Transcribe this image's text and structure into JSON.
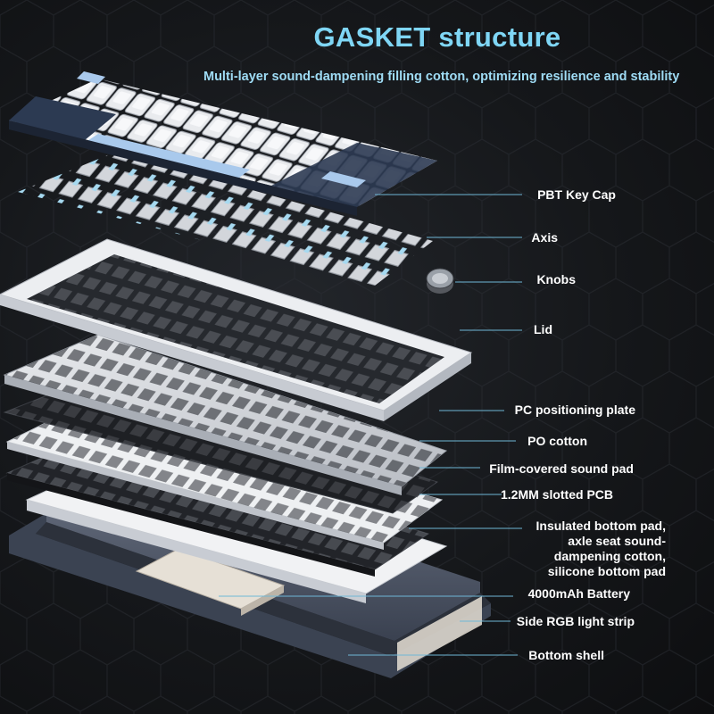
{
  "header": {
    "title": "GASKET structure",
    "subtitle": "Multi-layer sound-dampening filling cotton, optimizing resilience and stability"
  },
  "layers": {
    "keycap": "PBT Key Cap",
    "axis": "Axis",
    "knobs": "Knobs",
    "lid": "Lid",
    "pc_plate": "PC positioning plate",
    "po_cotton": "PO cotton",
    "film_pad": "Film-covered sound pad",
    "pcb": "1.2MM slotted PCB",
    "bottom_pad": {
      "line1": "Insulated bottom pad,",
      "line2": "axle seat sound-",
      "line3": "dampening cotton,",
      "line4": "silicone bottom pad"
    },
    "battery": "4000mAh Battery",
    "rgb_strip": "Side RGB light strip",
    "bottom_shell": "Bottom shell"
  },
  "colors": {
    "accent": "#7fd6f5",
    "leader": "#6fb7d6",
    "keycap_white": "#e9ebee",
    "keycap_navy": "#2c3a52",
    "keycap_blue": "#a9c9ec",
    "background": "#15171a"
  }
}
